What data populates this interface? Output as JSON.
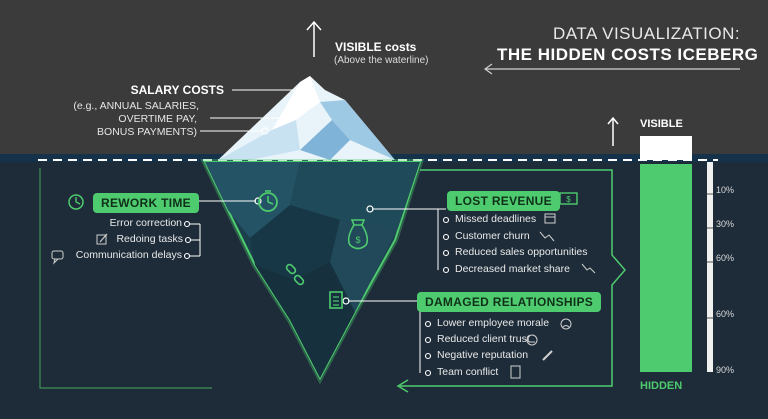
{
  "header": {
    "title_line1": "DATA VISUALIZATION:",
    "title_line2": "THE HIDDEN COSTS ICEBERG"
  },
  "visible": {
    "label": "VISIBLE costs",
    "sub": "(Above the waterline)"
  },
  "salary": {
    "title": "SALARY COSTS",
    "lines": [
      "(e.g., ANNUAL SALARIES,",
      "OVERTIME PAY,",
      "BONUS PAYMENTS)"
    ]
  },
  "rework": {
    "title": "REWORK TIME",
    "items": [
      "Error correction",
      "Redoing tasks",
      "Communication delays"
    ]
  },
  "lost_revenue": {
    "title": "LOST REVENUE",
    "items": [
      "Missed deadlines",
      "Customer churn",
      "Reduced sales opportunities",
      "Decreased market share"
    ]
  },
  "damaged": {
    "title": "DAMAGED RELATIONSHIPS",
    "items": [
      "Lower employee morale",
      "Reduced client trust",
      "Negative reputation",
      "Team conflict"
    ]
  },
  "bar": {
    "top_label": "VISIBLE",
    "bottom_label": "HIDDEN",
    "visible_fraction": 0.1,
    "ticks": [
      "10%",
      "30%",
      "60%",
      "60%",
      "90%"
    ]
  },
  "colors": {
    "background": "#3b3b3b",
    "water": "#1d2b38",
    "accent": "#4ecb6e",
    "ice_top": "#e9f3fa"
  },
  "icons": [
    "clock-icon",
    "money-bag-icon",
    "broken-chain-icon",
    "document-icon",
    "dollar-bill-icon",
    "chart-down-icon",
    "edit-icon",
    "chat-icon",
    "sad-face-icon"
  ]
}
